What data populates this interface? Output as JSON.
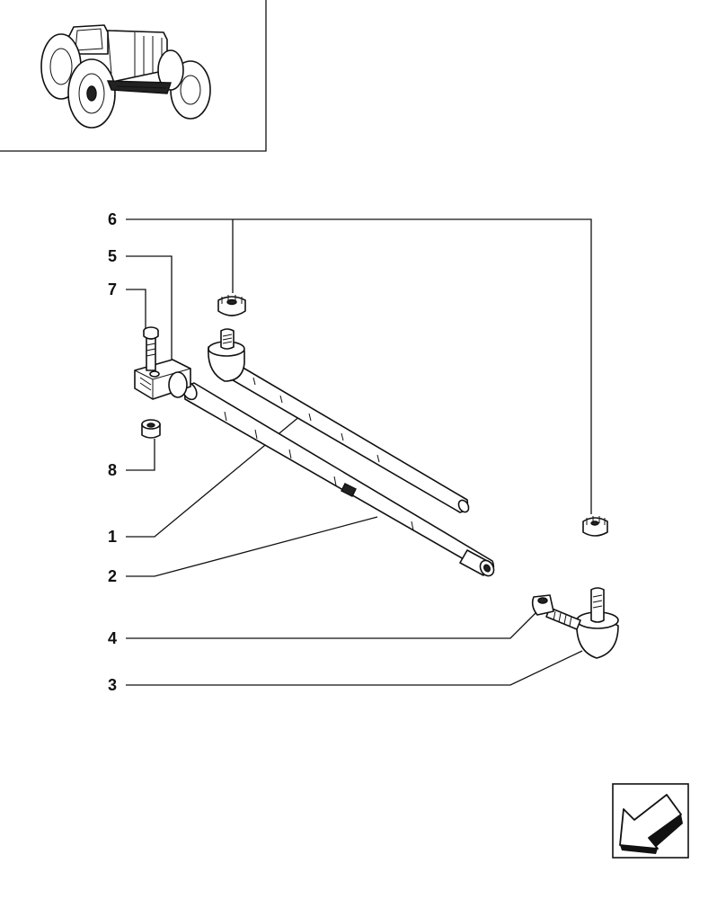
{
  "callouts": [
    {
      "id": "6",
      "label": "6"
    },
    {
      "id": "5",
      "label": "5"
    },
    {
      "id": "7",
      "label": "7"
    },
    {
      "id": "8",
      "label": "8"
    },
    {
      "id": "1",
      "label": "1"
    },
    {
      "id": "2",
      "label": "2"
    },
    {
      "id": "4",
      "label": "4"
    },
    {
      "id": "3",
      "label": "3"
    }
  ],
  "icons": {
    "thumbnail": "tractor-icon",
    "navigation": "arrow-down-left-icon"
  }
}
